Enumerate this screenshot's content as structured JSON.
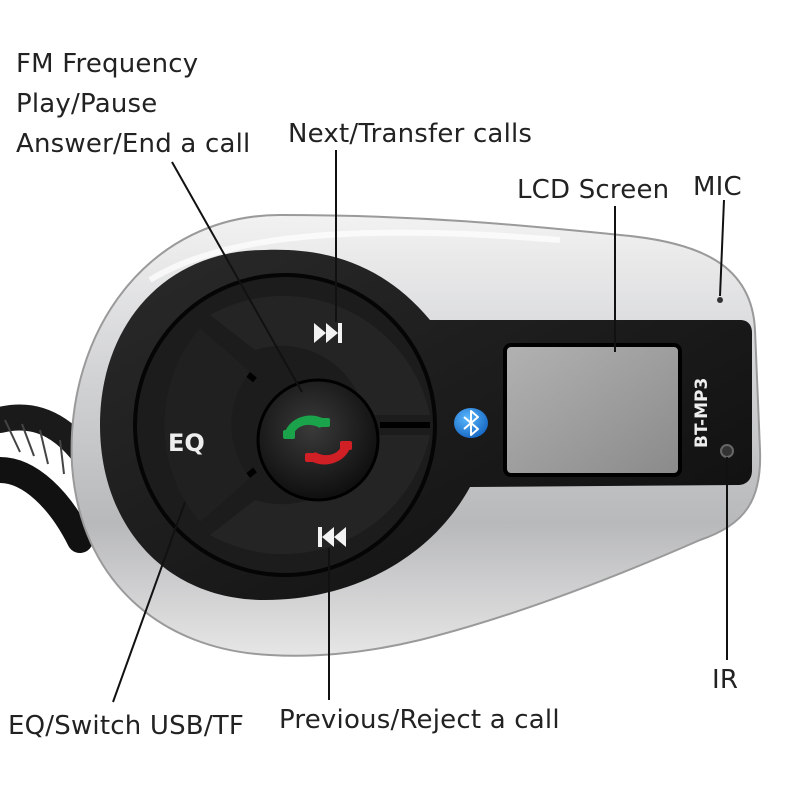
{
  "callouts": {
    "fm_frequency": "FM Frequency",
    "play_pause": "Play/Pause",
    "answer_end": "Answer/End a call",
    "next_transfer": "Next/Transfer calls",
    "lcd_screen": "LCD Screen",
    "mic": "MIC",
    "ir": "IR",
    "previous_reject": "Previous/Reject a call",
    "eq_switch": "EQ/Switch USB/TF"
  },
  "device": {
    "eq_button_text": "EQ",
    "model_text": "BT-MP3",
    "bluetooth_icon": "bluetooth-icon",
    "next_icon": "next-track-icon",
    "prev_icon": "previous-track-icon",
    "call_icon": "answer-reject-call-icon"
  },
  "colors": {
    "background": "#ffffff",
    "body_silver": "#c9cacb",
    "face_black": "#141414",
    "button_grey": "#2a2a2a",
    "lcd_grey": "#9a9a9a",
    "call_green": "#1aa34a",
    "call_red": "#d11f26",
    "bluetooth_blue": "#1e88e5",
    "label_text": "#222222"
  }
}
